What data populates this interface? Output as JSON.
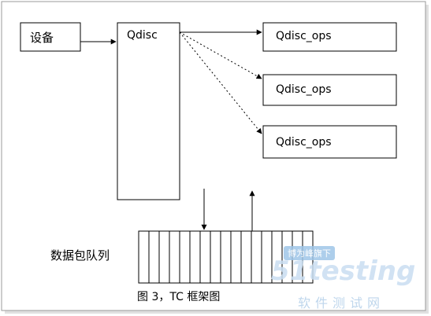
{
  "diagram": {
    "device_label": "设备",
    "qdisc_label": "Qdisc",
    "ops_labels": [
      "Qdisc_ops",
      "Qdisc_ops",
      "Qdisc_ops"
    ],
    "queue_label": "数据包队列",
    "caption": "图 3，TC 框架图"
  },
  "watermark": {
    "badge": "博为峰旗下",
    "logo": "51testing",
    "subtitle": "软件测试网"
  }
}
